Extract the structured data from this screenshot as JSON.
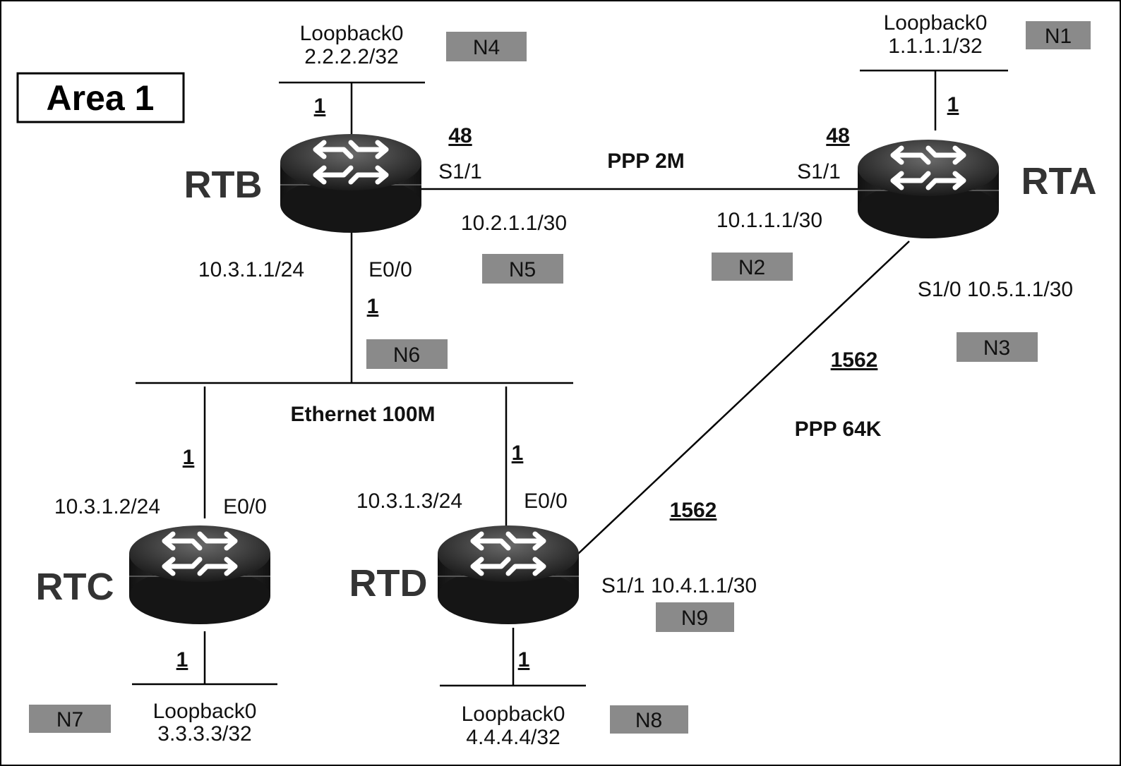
{
  "area_label": "Area 1",
  "routers": {
    "rta": {
      "name": "RTA"
    },
    "rtb": {
      "name": "RTB"
    },
    "rtc": {
      "name": "RTC"
    },
    "rtd": {
      "name": "RTD"
    }
  },
  "loopbacks": {
    "rta": {
      "name": "Loopback0",
      "address": "1.1.1.1/32",
      "cost": "1"
    },
    "rtb": {
      "name": "Loopback0",
      "address": "2.2.2.2/32",
      "cost": "1"
    },
    "rtc": {
      "name": "Loopback0",
      "address": "3.3.3.3/32",
      "cost": "1"
    },
    "rtd": {
      "name": "Loopback0",
      "address": "4.4.4.4/32",
      "cost": "1"
    }
  },
  "links": {
    "ppp_2m": {
      "label": "PPP 2M",
      "rtb_if": "S1/1",
      "rtb_cost": "48",
      "rtb_ip": "10.2.1.1/30",
      "rta_if": "S1/1",
      "rta_cost": "48",
      "rta_ip": "10.1.1.1/30"
    },
    "ppp_64k": {
      "label": "PPP 64K",
      "rta_if_ip": "S1/0 10.5.1.1/30",
      "rta_cost": "1562",
      "rtd_if_ip": "S1/1 10.4.1.1/30",
      "rtd_cost": "1562"
    },
    "ethernet": {
      "label": "Ethernet 100M",
      "rtb_ip": "10.3.1.1/24",
      "rtb_if": "E0/0",
      "rtb_cost": "1",
      "rtc_ip": "10.3.1.2/24",
      "rtc_if": "E0/0",
      "rtc_cost": "1",
      "rtd_ip": "10.3.1.3/24",
      "rtd_if": "E0/0",
      "rtd_cost": "1"
    }
  },
  "networks": [
    "N1",
    "N2",
    "N3",
    "N4",
    "N5",
    "N6",
    "N7",
    "N8",
    "N9"
  ],
  "colors": {
    "network_box": "#8a8a8a",
    "router_body": "#1e1e1e",
    "router_top": "#3a3a3a",
    "wire": "#000000"
  }
}
